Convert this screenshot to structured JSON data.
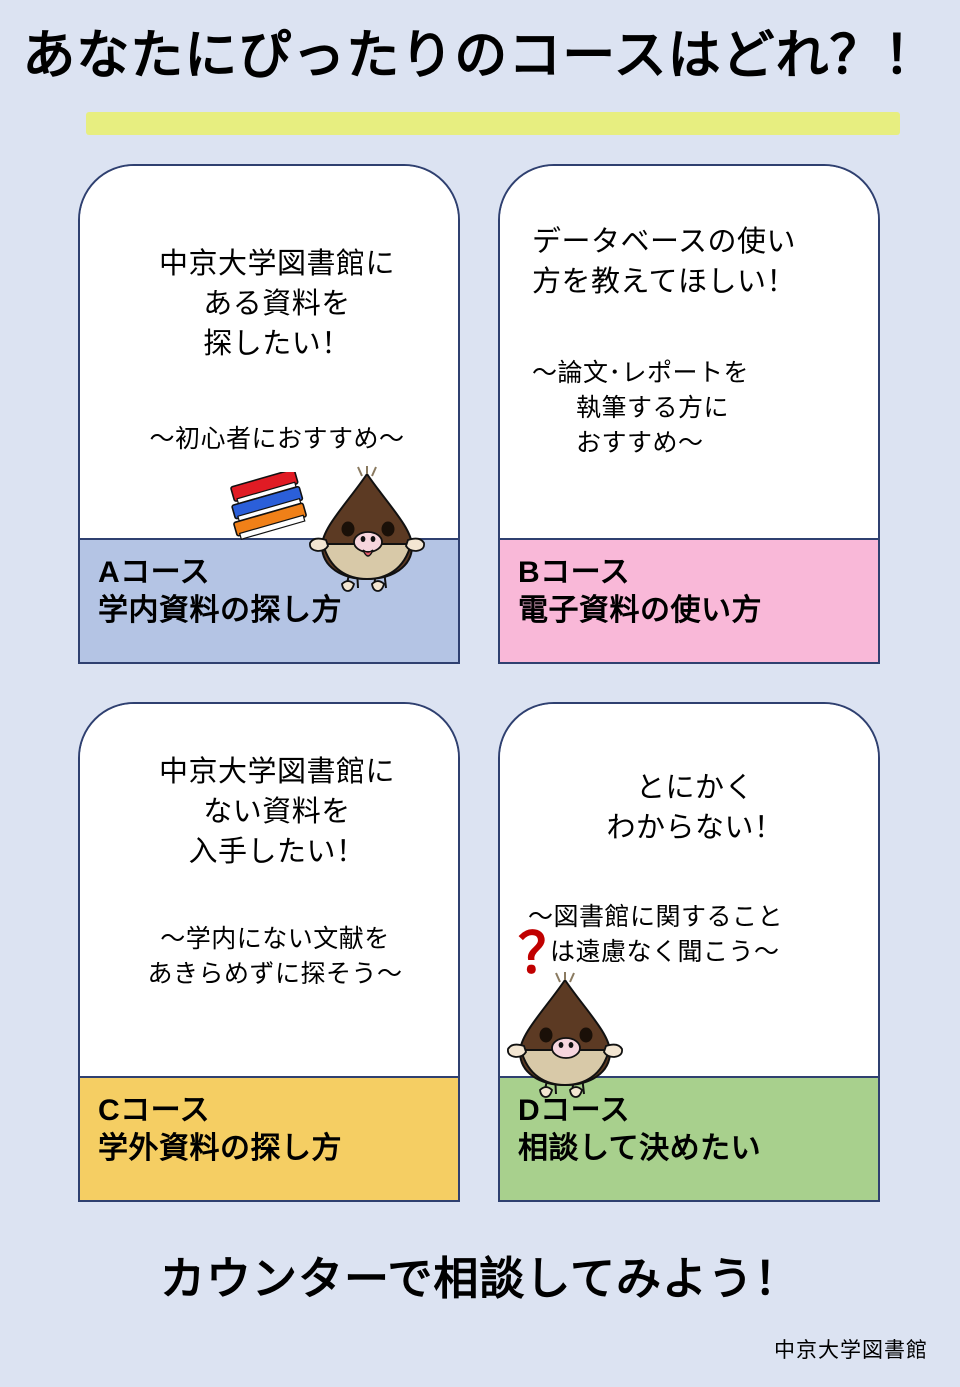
{
  "poster": {
    "title": "あなたにぴったりのコースはどれ？！",
    "highlight_color": "#e7ee79",
    "background_color": "#dce3f2",
    "border_color": "#2f4070",
    "cta": "カウンターで相談してみよう！",
    "signature": "中京大学図書館"
  },
  "cards": [
    {
      "id": "A",
      "headline": [
        "中京大学図書館に",
        "ある資料を",
        "探したい！"
      ],
      "subline": [
        "〜初心者におすすめ〜"
      ],
      "footer_course": "Aコース",
      "footer_title": "学内資料の探し方",
      "footer_color": "#b4c4e4",
      "mascot": "mole-with-books",
      "books": "book-stack-icon"
    },
    {
      "id": "B",
      "headline": [
        "データベースの使い",
        "方を教えてほしい！"
      ],
      "subline": [
        "〜論文･レポートを",
        "執筆する方に",
        "おすすめ〜"
      ],
      "footer_course": "Bコース",
      "footer_title": "電子資料の使い方",
      "footer_color": "#f9b8d8",
      "mascot": null,
      "books": null
    },
    {
      "id": "C",
      "headline": [
        "中京大学図書館に",
        "ない資料を",
        "入手したい！"
      ],
      "subline": [
        "〜学内にない文献を",
        "あきらめずに探そう〜"
      ],
      "footer_course": "Cコース",
      "footer_title": "学外資料の探し方",
      "footer_color": "#f5ce63",
      "mascot": null,
      "books": null
    },
    {
      "id": "D",
      "headline": [
        "とにかく",
        "わからない！"
      ],
      "subline": [
        "〜図書館に関すること",
        "は遠慮なく聞こう〜"
      ],
      "footer_course": "Dコース",
      "footer_title": "相談して決めたい",
      "footer_color": "#a8d08d",
      "mascot": "mole-confused",
      "question_mark": "？",
      "question_mark_color": "#c00000"
    }
  ],
  "mascot_colors": {
    "head": "#5c3a23",
    "belly": "#d8c9a8",
    "snout": "#f6d5dd",
    "tongue": "#e05a6a",
    "eye": "#1a1008",
    "whisker": "#8a7a60"
  },
  "book_colors": {
    "top": "#e01b24",
    "middle": "#2b5fd9",
    "bottom": "#f08018",
    "pages": "#ffffff"
  }
}
